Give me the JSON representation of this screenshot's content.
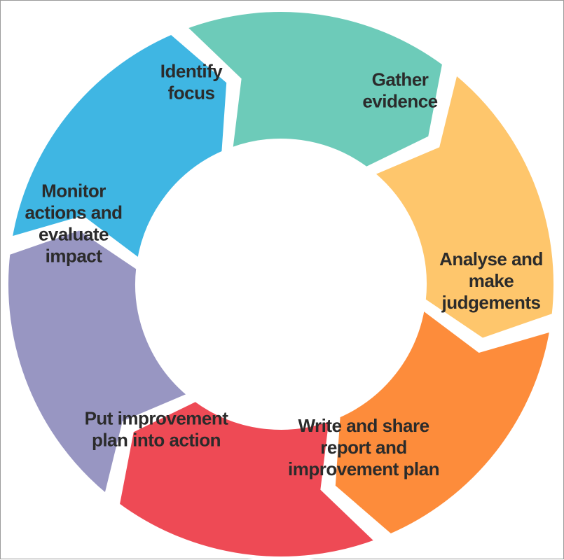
{
  "diagram": {
    "type": "cycle",
    "center_color": "#ffffff",
    "segments": [
      {
        "id": "identify-focus",
        "lines": [
          "Identify",
          "focus"
        ],
        "color": "#6dcbb9"
      },
      {
        "id": "gather-evidence",
        "lines": [
          "Gather",
          "evidence"
        ],
        "color": "#fec66c"
      },
      {
        "id": "analyse-judgements",
        "lines": [
          "Analyse and",
          "make",
          "judgements"
        ],
        "color": "#fd8c3b"
      },
      {
        "id": "write-share-report",
        "lines": [
          "Write and share",
          "report and",
          "improvement plan"
        ],
        "color": "#ee4a55"
      },
      {
        "id": "put-plan-into-action",
        "lines": [
          "Put improvement",
          "plan into action"
        ],
        "color": "#9896c2"
      },
      {
        "id": "monitor-evaluate",
        "lines": [
          "Monitor",
          "actions and",
          "evaluate",
          "impact"
        ],
        "color": "#3fb6e3"
      }
    ]
  }
}
